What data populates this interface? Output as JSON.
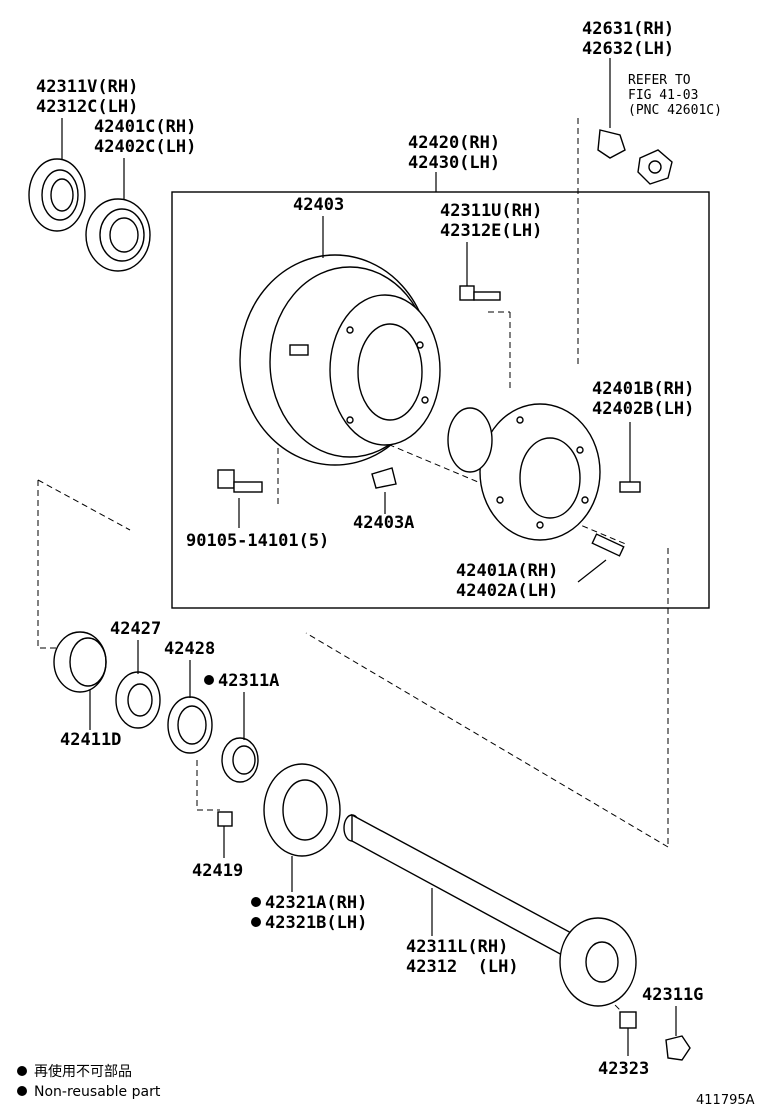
{
  "labels": {
    "hub_bolt_upper": [
      "42631(RH)",
      "42632(LH)"
    ],
    "refer_note": [
      "REFER TO",
      "FIG 41-03",
      "(PNC 42601C)"
    ],
    "outer_seal": [
      "42311V(RH)",
      "42312C(LH)"
    ],
    "outer_bearing": [
      "42401C(RH)",
      "42402C(LH)"
    ],
    "hub_assy": [
      "42420(RH)",
      "42430(LH)"
    ],
    "drum": "42403",
    "hub_bolt_small": [
      "42311U(RH)",
      "42312E(LH)"
    ],
    "stud_b": [
      "42401B(RH)",
      "42402B(LH)"
    ],
    "drum_screw": "90105-14101(5)",
    "plug": "42403A",
    "stud_a": [
      "42401A(RH)",
      "42402A(LH)"
    ],
    "nut_42427": "42427",
    "bearing_42411D": "42411D",
    "lock_washer": "42428",
    "oil_seal": "42311A",
    "screw_42419": "42419",
    "gasket": [
      "42321A(RH)",
      "42321B(LH)"
    ],
    "axle_shaft": [
      "42311L(RH)",
      "42312  (LH)"
    ],
    "nut_42311G": "42311G",
    "cone_42323": "42323"
  },
  "legend": {
    "jp": "再使用不可部品",
    "en": "Non-reusable part"
  },
  "figure_code": "411795A"
}
